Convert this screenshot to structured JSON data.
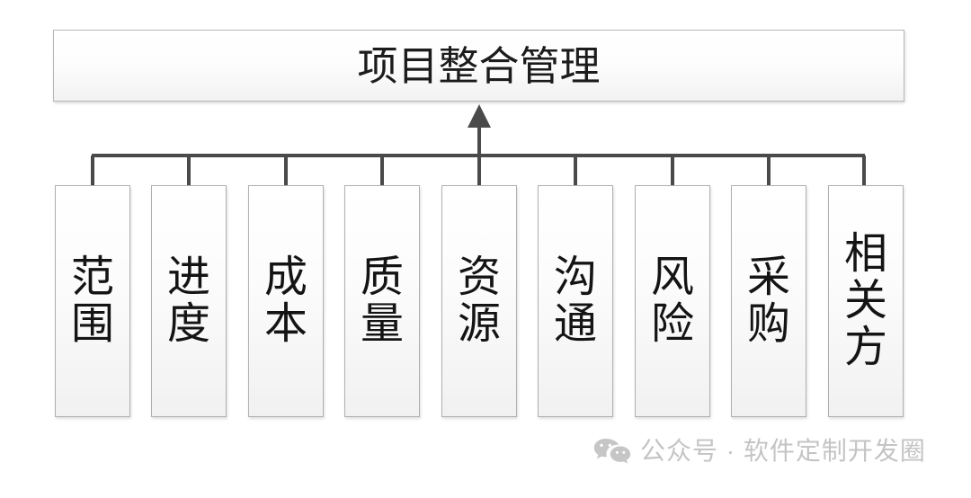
{
  "diagram": {
    "root": {
      "label": "项目整合管理"
    },
    "children": [
      {
        "label": "范围"
      },
      {
        "label": "进度"
      },
      {
        "label": "成本"
      },
      {
        "label": "质量"
      },
      {
        "label": "资源"
      },
      {
        "label": "沟通"
      },
      {
        "label": "风险"
      },
      {
        "label": "采购"
      },
      {
        "label": "相关方"
      }
    ],
    "connector": {
      "arrow_direction": "up",
      "line_color": "#4a4a4a"
    },
    "colors": {
      "background": "#ffffff",
      "box_border": "#b0b0b0",
      "box_fill_top": "#ffffff",
      "box_fill_bottom": "#f1f1f1",
      "text": "#141414",
      "watermark": "#c4c4c4"
    }
  },
  "watermark": {
    "icon": "wechat-icon",
    "text": "公众号 · 软件定制开发圈"
  }
}
